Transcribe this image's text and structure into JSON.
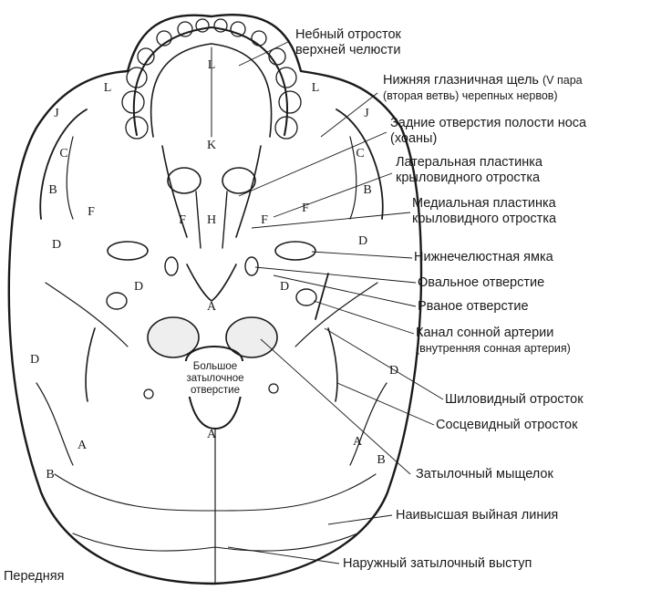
{
  "labels": {
    "palatine_process": [
      "Небный отросток",
      "верхней челюсти"
    ],
    "inferior_orbital_fissure": [
      "Нижняя глазничная щель",
      "(V пара",
      "(вторая ветвь) черепных нервов)"
    ],
    "choanae": [
      "Задние отверстия полости носа",
      "(хоаны)"
    ],
    "lateral_plate": [
      "Латеральная пластинка",
      "крыловидного отростка"
    ],
    "medial_plate": [
      "Медиальная пластинка",
      "крыловидного отростка"
    ],
    "mandibular_fossa": "Нижнечелюстная ямка",
    "foramen_ovale": "Овальное отверстие",
    "foramen_lacerum": "Рваное отверстие",
    "carotid_canal": [
      "Канал сонной артерии",
      "(внутренняя сонная артерия)"
    ],
    "styloid_process": "Шиловидный отросток",
    "mastoid_process": "Сосцевидный отросток",
    "occipital_condyle": "Затылочный мыщелок",
    "highest_nuchal_line": "Наивысшая выйная линия",
    "external_protuberance": "Наружный затылочный выступ",
    "foramen_magnum": [
      "Большое",
      "затылочное",
      "отверстие"
    ],
    "orientation": "Передняя"
  },
  "bone_letters": [
    "L",
    "L",
    "L",
    "J",
    "J",
    "K",
    "C",
    "C",
    "B",
    "B",
    "F",
    "F",
    "F",
    "F",
    "H",
    "D",
    "D",
    "D",
    "D",
    "D",
    "D",
    "A",
    "A",
    "A",
    "A",
    "B",
    "B"
  ],
  "colors": {
    "ink": "#1a1a1a",
    "paper": "#ffffff",
    "stipple": "#555555"
  }
}
